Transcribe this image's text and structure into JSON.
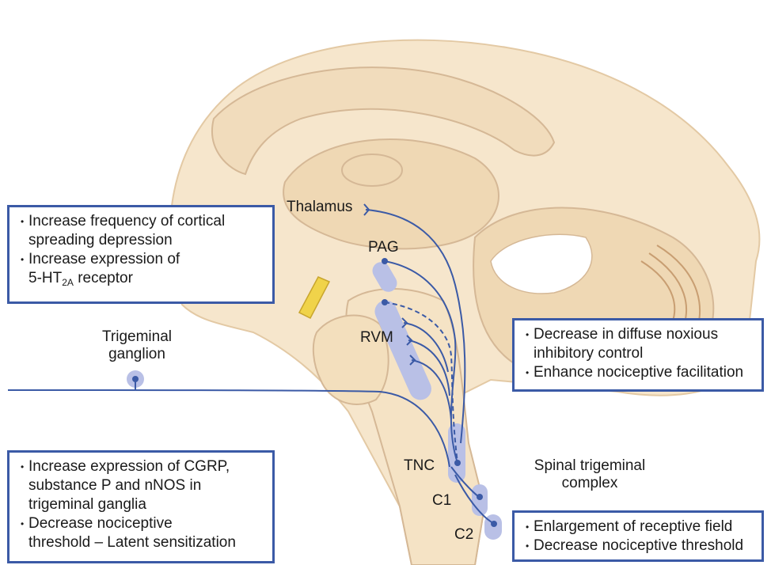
{
  "colors": {
    "brain_fill": "#f6e6cc",
    "brain_dark": "#eed7b4",
    "outline": "#d5b896",
    "pathway": "#3b5aa6",
    "nucleus": "#b9c0e6",
    "box_border": "#3b5aa6",
    "trigeminal_nerve": "#f0d34a"
  },
  "labels": {
    "thalamus": "Thalamus",
    "pag": "PAG",
    "rvm": "RVM",
    "trigeminal_ganglion_line1": "Trigeminal",
    "trigeminal_ganglion_line2": "ganglion",
    "tnc": "TNC",
    "c1": "C1",
    "c2": "C2",
    "spinal_trigeminal_line1": "Spinal trigeminal",
    "spinal_trigeminal_line2": "complex"
  },
  "boxes": {
    "cortex": {
      "item1_line1": "Increase frequency of cortical",
      "item1_line2": "spreading depression",
      "item2_line1": "Increase expression of",
      "item2_prefix": "5-HT",
      "item2_sub": "2A",
      "item2_suffix": " receptor"
    },
    "brainstem": {
      "item1_line1": "Decrease in diffuse noxious",
      "item1_line2": "inhibitory control",
      "item2": "Enhance nociceptive facilitation"
    },
    "ganglion": {
      "item1_line1": "Increase expression of CGRP,",
      "item1_line2": "substance P and nNOS in",
      "item1_line3": "trigeminal ganglia",
      "item2_line1": "Decrease nociceptive",
      "item2_line2": "threshold – Latent sensitization"
    },
    "spinal": {
      "item1": "Enlargement of receptive field",
      "item2": "Decrease nociceptive threshold"
    }
  }
}
